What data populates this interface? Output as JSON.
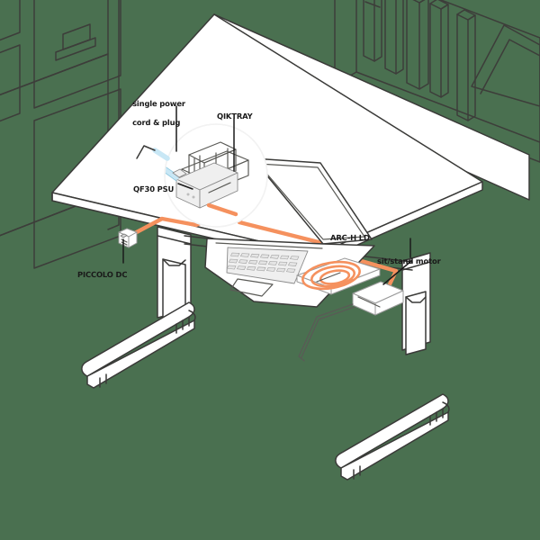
{
  "diagram": {
    "title": "Sit/stand desk integrated power system",
    "background_color": "#4a7050",
    "line_color": "#3a3a38",
    "accent_cable_color": "#f5915e",
    "signal_cable_color": "#bfe4f2",
    "surface_fill": "#ffffff"
  },
  "labels": {
    "power_cord": {
      "line1": "single power",
      "line2": "cord & plug"
    },
    "qiktray": {
      "text": "QIKTRAY"
    },
    "psu": {
      "text": "QF30 PSU"
    },
    "piccolo": {
      "text": "PICCOLO DC"
    },
    "arc_h": {
      "text": "ARC-H LD"
    },
    "motor": {
      "text": "sit/stand motor"
    }
  },
  "components": [
    {
      "id": "power-cord",
      "name": "single power cord & plug",
      "cable_color": "#bfe4f2"
    },
    {
      "id": "qiktray",
      "name": "QIKTRAY",
      "cable_color": "#ffffff"
    },
    {
      "id": "qf30-psu",
      "name": "QF30 PSU",
      "cable_color": "#f5915e"
    },
    {
      "id": "piccolo-dc",
      "name": "PICCOLO DC",
      "cable_color": "#f5915e"
    },
    {
      "id": "arc-h-ld",
      "name": "ARC-H LD",
      "cable_color": "#f5915e"
    },
    {
      "id": "sit-stand-motor",
      "name": "sit/stand motor",
      "cable_color": "#f5915e"
    }
  ],
  "scene_objects": [
    {
      "id": "desk",
      "name": "height adjustable desk"
    },
    {
      "id": "laptop",
      "name": "laptop computer"
    },
    {
      "id": "background-cabinets",
      "name": "background cabinets"
    },
    {
      "id": "background-shelving",
      "name": "background shelving with books"
    },
    {
      "id": "magnifier",
      "name": "detail magnifier circle"
    }
  ]
}
